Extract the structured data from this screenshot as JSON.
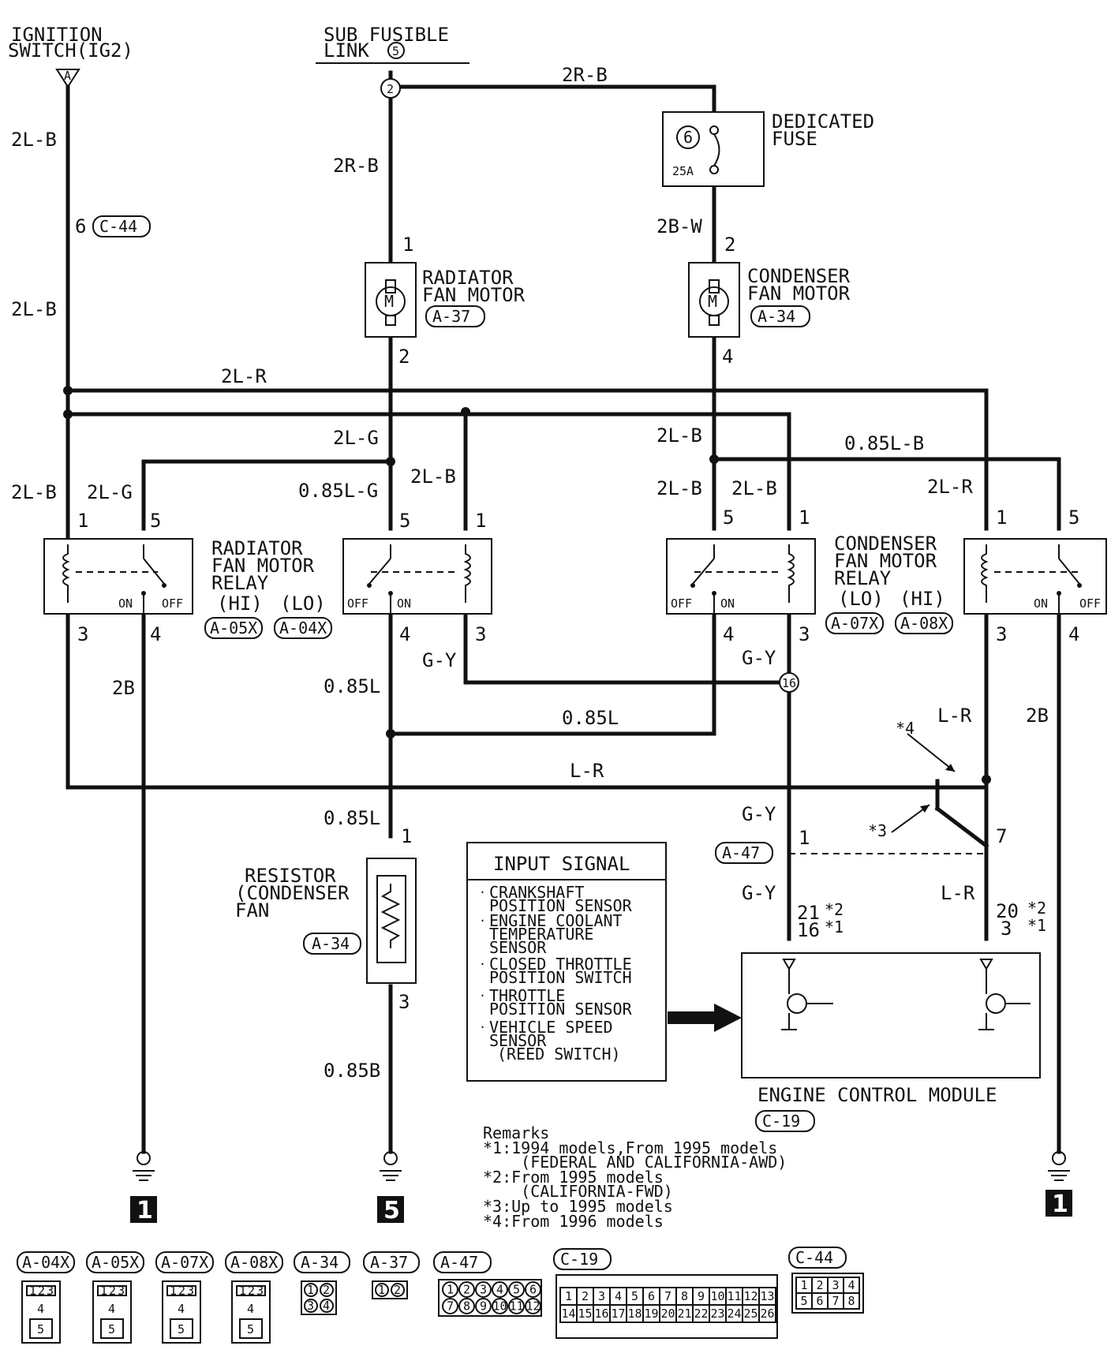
{
  "title": {
    "ignition_switch": [
      "IGNITION",
      "SWITCH(IG2)"
    ],
    "ignition_switch_connector": "A",
    "sub_fusible_link": [
      "SUB FUSIBLE",
      "LINK"
    ],
    "sub_fusible_link_num": "5",
    "sub_fusible_link_pin": "2"
  },
  "dedicated_fuse": {
    "label": [
      "DEDICATED",
      "FUSE"
    ],
    "number": "6",
    "rating": "25A"
  },
  "wires": {
    "ign_2lb_top": "2L-B",
    "ign_2lb_mid": "2L-B",
    "ign_pin": "6",
    "ign_connector": "C-44",
    "w_2rb_top": "2R-B",
    "w_2rb_left": "2R-B",
    "w_2bw": "2B-W",
    "w_2lr": "2L-R",
    "w_2lg": "2L-G",
    "w_2lb_right": "2L-B",
    "w_085lb": "0.85L-B",
    "w_2lb_relay1": "2L-B",
    "w_2lg_relay1": "2L-G",
    "w_085lg": "0.85L-G",
    "w_2lb_relay2": "2L-B",
    "w_2lb_relay3a": "2L-B",
    "w_2lb_relay3b": "2L-B",
    "w_2lr_relay4": "2L-R",
    "w_2b_left": "2B",
    "w_085l_a": "0.85L",
    "w_gy_a": "G-Y",
    "w_gy_b": "G-Y",
    "w_085l_b": "0.85L",
    "w_lr_top": "L-R",
    "w_2b_right": "2B",
    "w_lr_bus": "L-R",
    "w_085l_c": "0.85L",
    "w_gy_c": "G-Y",
    "w_gy_d": "G-Y",
    "w_lr_ecm": "L-R",
    "w_085b": "0.85B"
  },
  "radiator_motor": {
    "label": [
      "RADIATOR",
      "FAN MOTOR"
    ],
    "connector": "A-37",
    "pin_top": "1",
    "pin_bottom": "2"
  },
  "condenser_motor": {
    "label": [
      "CONDENSER",
      "FAN MOTOR"
    ],
    "connector": "A-34",
    "pin_top": "2",
    "pin_bottom": "4"
  },
  "relay_rad": {
    "label": [
      "RADIATOR",
      "FAN MOTOR",
      "RELAY"
    ],
    "hi": "(HI)",
    "lo": "(LO)",
    "connector_hi": "A-05X",
    "connector_lo": "A-04X",
    "r1": {
      "pin1": "1",
      "pin5": "5",
      "pin3": "3",
      "pin4": "4",
      "on": "ON",
      "off": "OFF"
    },
    "r2": {
      "pin5": "5",
      "pin1": "1",
      "pin4": "4",
      "pin3": "3",
      "off": "OFF",
      "on": "ON"
    }
  },
  "relay_cond": {
    "label": [
      "CONDENSER",
      "FAN MOTOR",
      "RELAY"
    ],
    "lo": "(LO)",
    "hi": "(HI)",
    "connector_lo": "A-07X",
    "connector_hi": "A-08X",
    "r3": {
      "pin5": "5",
      "pin1": "1",
      "pin4": "4",
      "pin3": "3",
      "off": "OFF",
      "on": "ON"
    },
    "r4": {
      "pin1": "1",
      "pin5": "5",
      "pin3": "3",
      "pin4": "4",
      "on": "ON",
      "off": "OFF"
    }
  },
  "junction_16": "16",
  "star4": "*4",
  "star3": "*3",
  "resistor": {
    "label": [
      "RESISTOR",
      "(CONDENSER",
      " FAN"
    ],
    "connector": "A-34",
    "pin_top": "1",
    "pin_bottom": "3"
  },
  "a47": {
    "connector": "A-47",
    "pin1": "1",
    "pin7": "7"
  },
  "ecm": {
    "label": "ENGINE  CONTROL MODULE",
    "connector": "C-19",
    "pins_left": [
      "21",
      "16"
    ],
    "stars_left": [
      "*2",
      "*1"
    ],
    "pins_right": [
      "20",
      "3"
    ],
    "stars_right": [
      "*2",
      "*1"
    ]
  },
  "input_signal": {
    "title": "INPUT SIGNAL",
    "items": [
      [
        "CRANKSHAFT",
        "POSITION SENSOR"
      ],
      [
        "ENGINE COOLANT",
        "TEMPERATURE",
        "SENSOR"
      ],
      [
        "CLOSED THROTTLE",
        "POSITION SWITCH"
      ],
      [
        "THROTTLE",
        "POSITION SENSOR"
      ],
      [
        "VEHICLE SPEED",
        "SENSOR",
        "(REED SWITCH)"
      ]
    ]
  },
  "grounds": {
    "left": "1",
    "mid": "5",
    "right": "1"
  },
  "remarks": {
    "title": "Remarks",
    "lines": [
      "*1:1994 models,From 1995 models",
      "    (FEDERAL AND CALIFORNIA-AWD)",
      "*2:From 1995 models",
      "    (CALIFORNIA-FWD)",
      "*3:Up to 1995 models",
      "*4:From 1996 models"
    ]
  },
  "connectors": {
    "a04x": {
      "name": "A-04X",
      "top": [
        "1",
        "2",
        "3"
      ],
      "mid": "4",
      "bot": "5"
    },
    "a05x": {
      "name": "A-05X",
      "top": [
        "1",
        "2",
        "3"
      ],
      "mid": "4",
      "bot": "5"
    },
    "a07x": {
      "name": "A-07X",
      "top": [
        "1",
        "2",
        "3"
      ],
      "mid": "4",
      "bot": "5"
    },
    "a08x": {
      "name": "A-08X",
      "top": [
        "1",
        "2",
        "3"
      ],
      "mid": "4",
      "bot": "5"
    },
    "a34": {
      "name": "A-34",
      "pins": [
        "1",
        "2",
        "3",
        "4"
      ]
    },
    "a37": {
      "name": "A-37",
      "pins": [
        "1",
        "2"
      ]
    },
    "a47": {
      "name": "A-47",
      "row1": [
        "1",
        "2",
        "3",
        "4",
        "5",
        "6"
      ],
      "row2": [
        "7",
        "8",
        "9",
        "10",
        "11",
        "12"
      ]
    },
    "c19": {
      "name": "C-19",
      "row1": [
        "1",
        "2",
        "3",
        "4",
        "5",
        "6",
        "7",
        "8",
        "9",
        "10",
        "11",
        "12",
        "13"
      ],
      "row2": [
        "14",
        "15",
        "16",
        "17",
        "18",
        "19",
        "20",
        "21",
        "22",
        "23",
        "24",
        "25",
        "26"
      ]
    },
    "c44": {
      "name": "C-44",
      "row1": [
        "1",
        "2",
        "3",
        "4"
      ],
      "row2": [
        "5",
        "6",
        "7",
        "8"
      ]
    }
  }
}
